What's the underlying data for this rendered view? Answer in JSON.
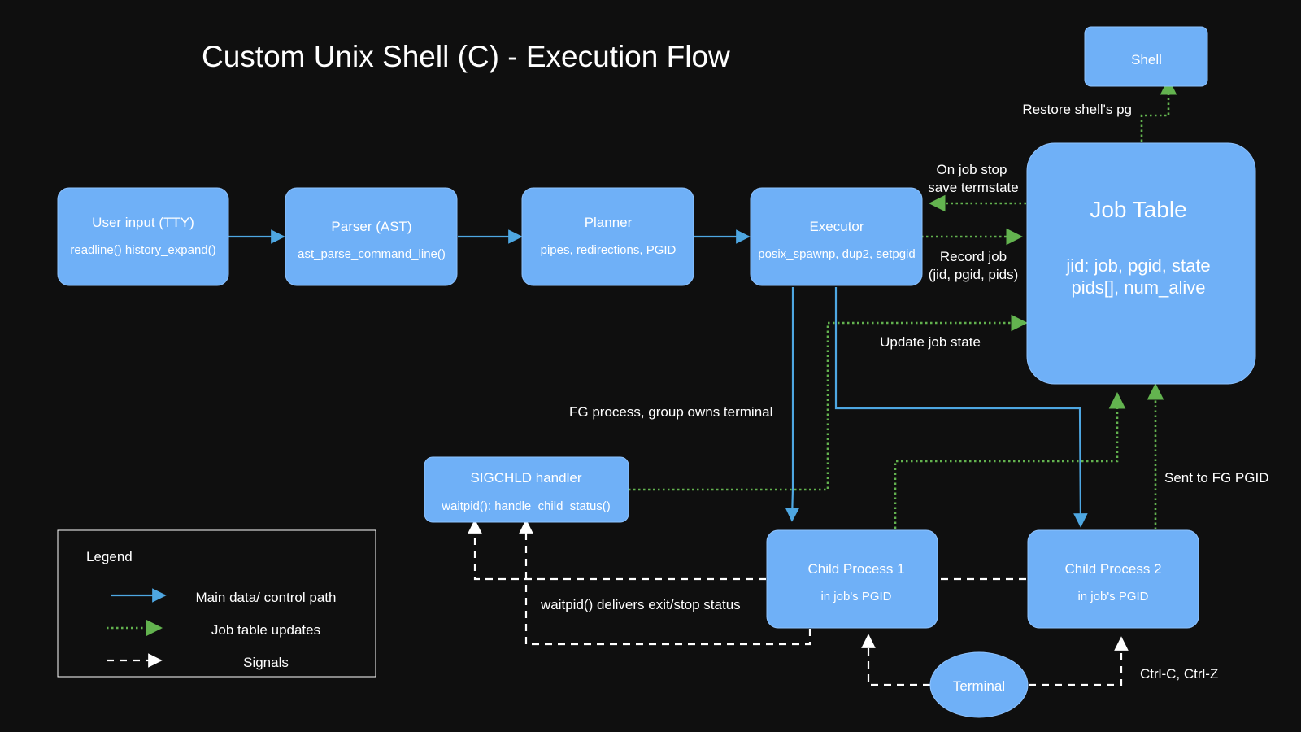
{
  "title": "Custom Unix Shell (C) - Execution Flow",
  "colors": {
    "background": "#0f0f0f",
    "node_fill": "#6fb0f7",
    "node_stroke": "#8ec3ff",
    "main_path": "#4ea7e2",
    "job_updates": "#63b34f",
    "signals": "#ffffff"
  },
  "nodes": {
    "user_input": {
      "title": "User input (TTY)",
      "sub": "readline() history_expand()"
    },
    "parser": {
      "title": "Parser (AST)",
      "sub": "ast_parse_command_line()"
    },
    "planner": {
      "title": "Planner",
      "sub": "pipes, redirections, PGID"
    },
    "executor": {
      "title": "Executor",
      "sub": "posix_spawnp, dup2, setpgid"
    },
    "job_table": {
      "title": "Job Table",
      "sub1": "jid: job, pgid, state",
      "sub2": "pids[], num_alive"
    },
    "shell": {
      "title": "Shell"
    },
    "sigchld": {
      "title": "SIGCHLD handler",
      "sub": "waitpid(): handle_child_status()"
    },
    "child1": {
      "title": "Child Process 1",
      "sub": "in job's PGID"
    },
    "child2": {
      "title": "Child Process 2",
      "sub": "in job's PGID"
    },
    "terminal": {
      "title": "Terminal"
    }
  },
  "edge_labels": {
    "restore": "Restore shell's pg",
    "on_stop_1": "On job stop",
    "on_stop_2": "save termstate",
    "record_1": "Record job",
    "record_2": "(jid, pgid, pids)",
    "update": "Update job state",
    "fg_process": "FG process, group owns terminal",
    "sent_fg": "Sent to FG PGID",
    "waitpid_delivers": "waitpid() delivers exit/stop status",
    "ctrl": "Ctrl-C, Ctrl-Z"
  },
  "legend": {
    "title": "Legend",
    "items": [
      {
        "label": "Main data/ control path"
      },
      {
        "label": "Job table updates"
      },
      {
        "label": "Signals"
      }
    ]
  }
}
